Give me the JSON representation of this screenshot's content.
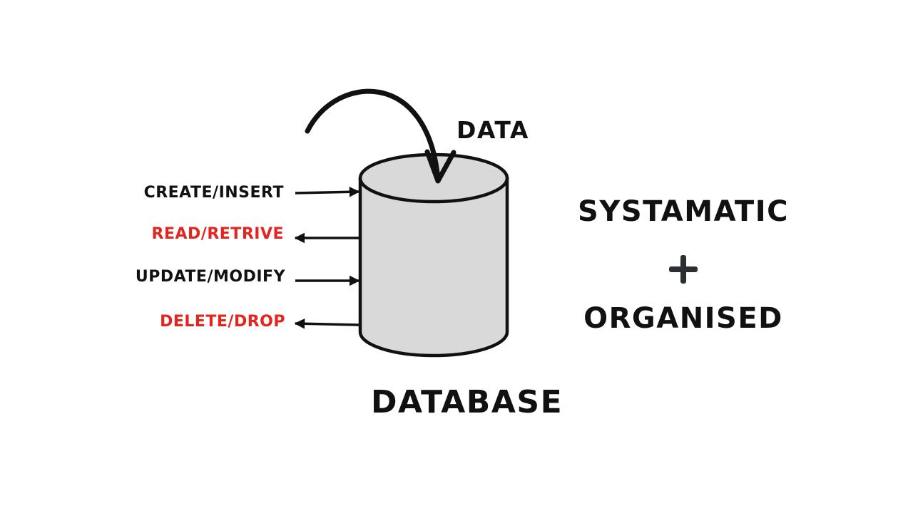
{
  "diagram": {
    "data_label": "DATA",
    "database_label": "DATABASE",
    "operations": [
      {
        "label": "CREATE/INSERT",
        "direction": "in",
        "color": "#111111"
      },
      {
        "label": "READ/RETRIVE",
        "direction": "out",
        "color": "#e52420"
      },
      {
        "label": "UPDATE/MODIFY",
        "direction": "in",
        "color": "#111111"
      },
      {
        "label": "DELETE/DROP",
        "direction": "out",
        "color": "#e52420"
      }
    ],
    "properties": {
      "first": "SYSTAMATIC",
      "connector_icon": "plus-icon",
      "second": "ORGANISED"
    }
  },
  "colors": {
    "ink": "#111111",
    "accent_red": "#e52420",
    "cylinder_fill": "#d9d9d9",
    "plus": "#2b2f33"
  }
}
